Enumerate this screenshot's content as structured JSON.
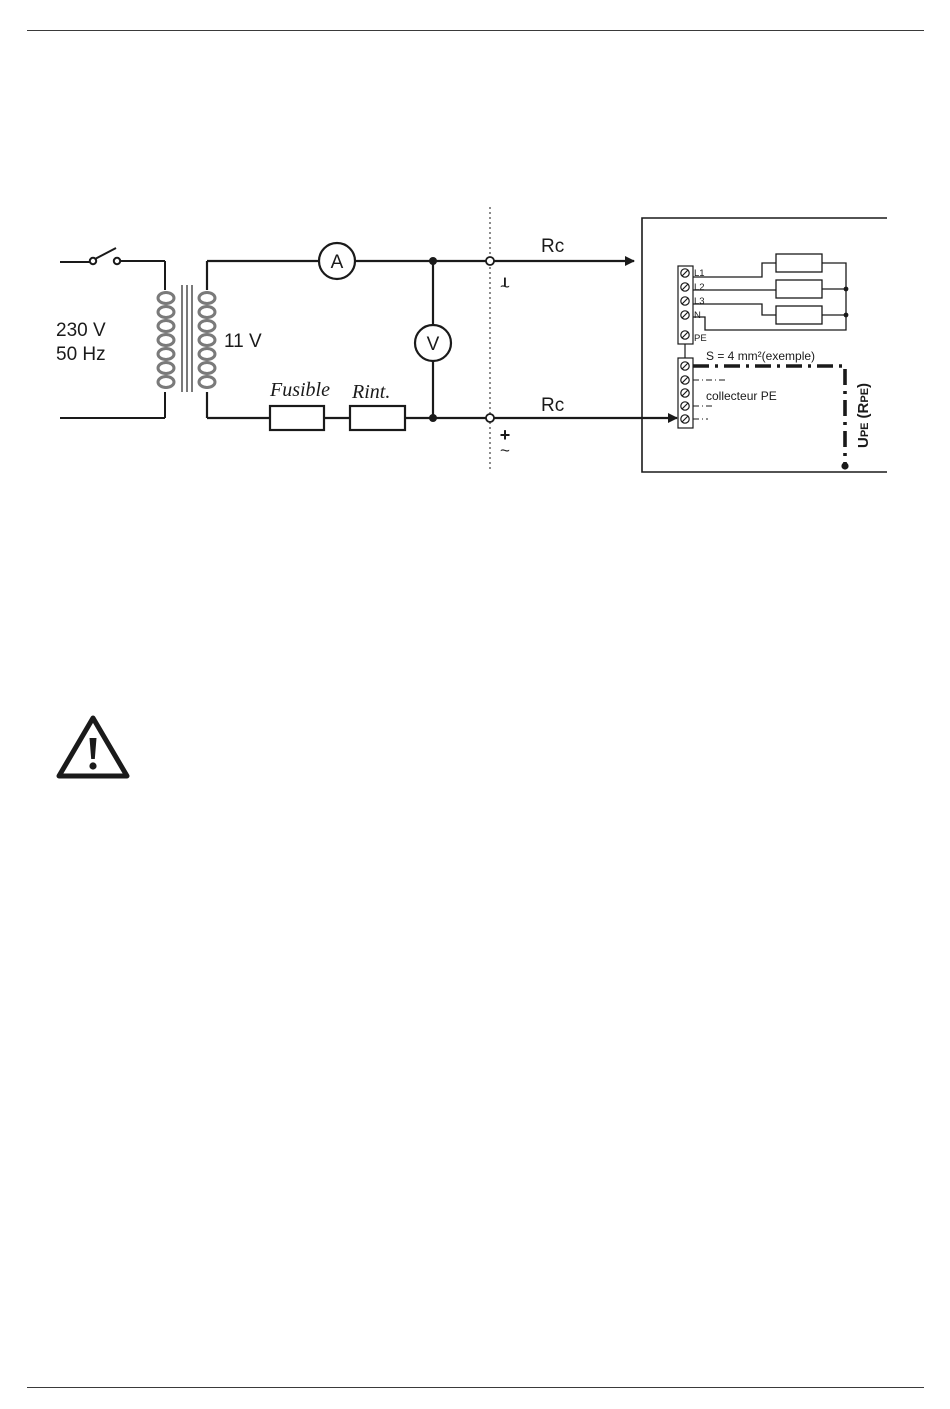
{
  "circuit": {
    "primary_voltage": "230 V",
    "primary_frequency": "50 Hz",
    "secondary_voltage": "11 V",
    "ammeter_symbol": "A",
    "voltmeter_symbol": "V",
    "fuse_label": "Fusible",
    "internal_resistance_label": "Rint.",
    "top_lead_label": "Rc",
    "bottom_lead_label": "Rc",
    "top_terminal_polarity": "–",
    "top_terminal_ac": "~",
    "bottom_terminal_polarity": "+",
    "bottom_terminal_ac": "~"
  },
  "equipment": {
    "terminals": [
      "L1",
      "L2",
      "L3",
      "N",
      "PE"
    ],
    "cross_section_note": "S = 4 mm²(exemple)",
    "collector_label": "collecteur PE",
    "measurement_label_main": "U",
    "measurement_label_main_sub": "PE",
    "measurement_label_paren": "(R",
    "measurement_label_paren_sub": "PE",
    "measurement_label_close": ")"
  },
  "warning": {
    "icon": "warning-triangle-icon"
  },
  "colors": {
    "line": "#1a1a1a",
    "coil": "#7a7a7a",
    "rule": "#3a3a3a"
  }
}
